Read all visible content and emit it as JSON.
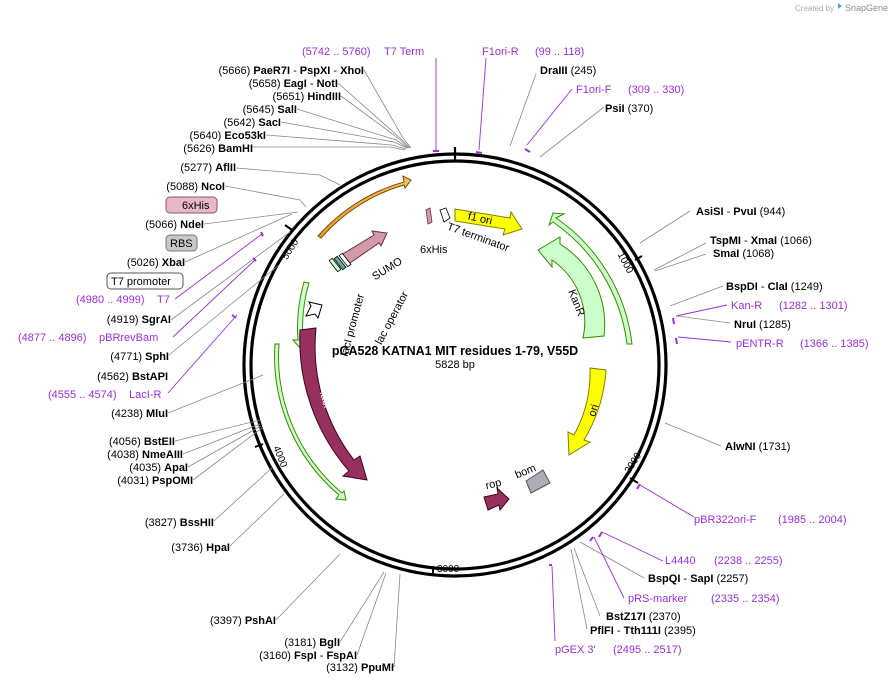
{
  "credit": {
    "text": "Created by",
    "brand": "SnapGene"
  },
  "plasmid": {
    "name": "pCA528 KATNA1 MIT residues 1-79, V55D",
    "length": "5828 bp"
  },
  "ticks": [
    "1000",
    "2000",
    "3000",
    "4000",
    "5000"
  ],
  "sites_left": [
    {
      "pos": "(5666)",
      "name": "PaeR7I",
      "rest": " - PspXI - XhoI"
    },
    {
      "pos": "(5658)",
      "name": "EagI",
      "rest": " - NotI"
    },
    {
      "pos": "(5651)",
      "name": "HindIII",
      "rest": ""
    },
    {
      "pos": "(5645)",
      "name": "SalI",
      "rest": ""
    },
    {
      "pos": "(5642)",
      "name": "SacI",
      "rest": ""
    },
    {
      "pos": "(5640)",
      "name": "Eco53kI",
      "rest": ""
    },
    {
      "pos": "(5626)",
      "name": "BamHI",
      "rest": ""
    },
    {
      "pos": "(5277)",
      "name": "AflII",
      "rest": ""
    },
    {
      "pos": "(5088)",
      "name": "NcoI",
      "rest": ""
    },
    {
      "pos": "(5066)",
      "name": "NdeI",
      "rest": ""
    },
    {
      "pos": "(5026)",
      "name": "XbaI",
      "rest": ""
    },
    {
      "pos": "(4919)",
      "name": "SgrAI",
      "rest": ""
    },
    {
      "pos": "(4771)",
      "name": "SphI",
      "rest": ""
    },
    {
      "pos": "(4562)",
      "name": "BstAPI",
      "rest": ""
    },
    {
      "pos": "(4238)",
      "name": "MluI",
      "rest": ""
    },
    {
      "pos": "(4056)",
      "name": "BstEII",
      "rest": ""
    },
    {
      "pos": "(4038)",
      "name": "NmeAIII",
      "rest": ""
    },
    {
      "pos": "(4035)",
      "name": "ApaI",
      "rest": ""
    },
    {
      "pos": "(4031)",
      "name": "PspOMI",
      "rest": ""
    },
    {
      "pos": "(3827)",
      "name": "BssHII",
      "rest": ""
    },
    {
      "pos": "(3736)",
      "name": "HpaI",
      "rest": ""
    },
    {
      "pos": "(3397)",
      "name": "PshAI",
      "rest": ""
    },
    {
      "pos": "(3181)",
      "name": "BglI",
      "rest": ""
    },
    {
      "pos": "(3160)",
      "name": "FspI",
      "rest": " - FspAI"
    },
    {
      "pos": "(3132)",
      "name": "PpuMI",
      "rest": ""
    }
  ],
  "sites_right": [
    {
      "name": "DraIII",
      "pos": "(245)",
      "pre": "",
      "rest": ""
    },
    {
      "name": "PsiI",
      "pos": "(370)",
      "pre": "",
      "rest": ""
    },
    {
      "name": "AsiSI",
      "pos": "(944)",
      "pre": "",
      "rest": " - PvuI"
    },
    {
      "name": "TspMI",
      "pos": "(1066)",
      "pre": "",
      "rest": " - XmaI"
    },
    {
      "name": "SmaI",
      "pos": "(1068)",
      "pre": "",
      "rest": ""
    },
    {
      "name": "BspDI",
      "pos": "(1249)",
      "pre": "",
      "rest": " - ClaI"
    },
    {
      "name": "NruI",
      "pos": "(1285)",
      "pre": "",
      "rest": ""
    },
    {
      "name": "AlwNI",
      "pos": "(1731)",
      "pre": "",
      "rest": ""
    },
    {
      "name": "BspQI",
      "pos": "(2257)",
      "pre": "",
      "rest": " - SapI"
    },
    {
      "name": "BstZ17I",
      "pos": "(2370)",
      "pre": "",
      "rest": ""
    },
    {
      "name": "PflFI",
      "pos": "(2395)",
      "pre": "",
      "rest": " - Tth111I"
    }
  ],
  "primers": [
    {
      "name": "T7 Term",
      "range": "(5742 .. 5760)"
    },
    {
      "name": "F1ori-R",
      "range": "(99 .. 118)"
    },
    {
      "name": "F1ori-F",
      "range": "(309 .. 330)"
    },
    {
      "name": "Kan-R",
      "range": "(1282 .. 1301)"
    },
    {
      "name": "pENTR-R",
      "range": "(1366 .. 1385)"
    },
    {
      "name": "pBR322ori-F",
      "range": "(1985 .. 2004)"
    },
    {
      "name": "L4440",
      "range": "(2238 .. 2255)"
    },
    {
      "name": "pRS-marker",
      "range": "(2335 .. 2354)"
    },
    {
      "name": "pGEX 3'",
      "range": "(2495 .. 2517)"
    },
    {
      "name": "T7",
      "range": "(4980 .. 4999)"
    },
    {
      "name": "pBRrevBam",
      "range": "(4877 .. 4896)"
    },
    {
      "name": "LacI-R",
      "range": "(4555 .. 4574)"
    }
  ],
  "boxed_labels": {
    "his": "6xHis",
    "rbs": "RBS",
    "t7p": "T7 promoter"
  },
  "features": {
    "f1ori": "f1 ori",
    "t7term": "T7 terminator",
    "his_inner": "6xHis",
    "kanr": "KanR",
    "ori": "ori",
    "bom": "bom",
    "rop": "rop",
    "laci": "lacI",
    "laci_promoter": "lacI promoter",
    "lac_operator": "lac operator",
    "sumo": "SUMO"
  },
  "colors": {
    "kanr": "#ccffcc",
    "ori": "#ffff00",
    "f1ori": "#ffff00",
    "laci": "#96305e",
    "sumo": "#d19aa8",
    "rop": "#96305e",
    "bom": "#a9aeb4",
    "primer": "#9b30d9",
    "his_box": "#e8b8c8",
    "rbs_box": "#c8c8c8"
  }
}
